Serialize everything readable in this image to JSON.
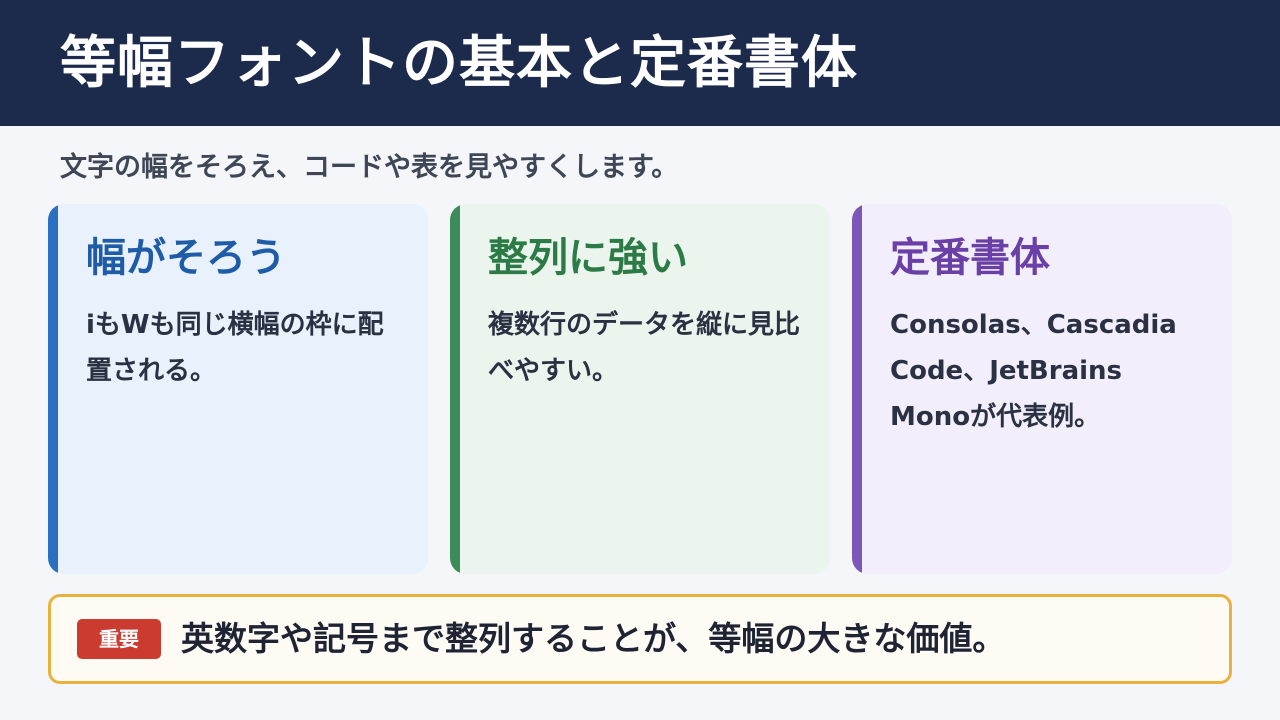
{
  "header": {
    "title": "等幅フォントの基本と定番書体",
    "background": "#1c2b4c"
  },
  "subtitle": "文字の幅をそろえ、コードや表を見やすくします。",
  "cards": [
    {
      "heading": "幅がそろう",
      "body": "iもWも同じ横幅の枠に配置される。",
      "accent": "#2b6fc0",
      "heading_color": "#1f5ca8",
      "background": "#e9f1fc"
    },
    {
      "heading": "整列に強い",
      "body": "複数行のデータを縦に見比べやすい。",
      "accent": "#3a8c59",
      "heading_color": "#2c7a45",
      "background": "#ebf5ee"
    },
    {
      "heading": "定番書体",
      "body": "Consolas、Cascadia Code、JetBrains Monoが代表例。",
      "accent": "#7c56b8",
      "heading_color": "#6a3fa6",
      "background": "#f2eefb"
    }
  ],
  "callout": {
    "badge": "重要",
    "badge_color": "#cc3b2f",
    "text": "英数字や記号まで整列することが、等幅の大きな価値。",
    "border_color": "#e8b23c"
  }
}
